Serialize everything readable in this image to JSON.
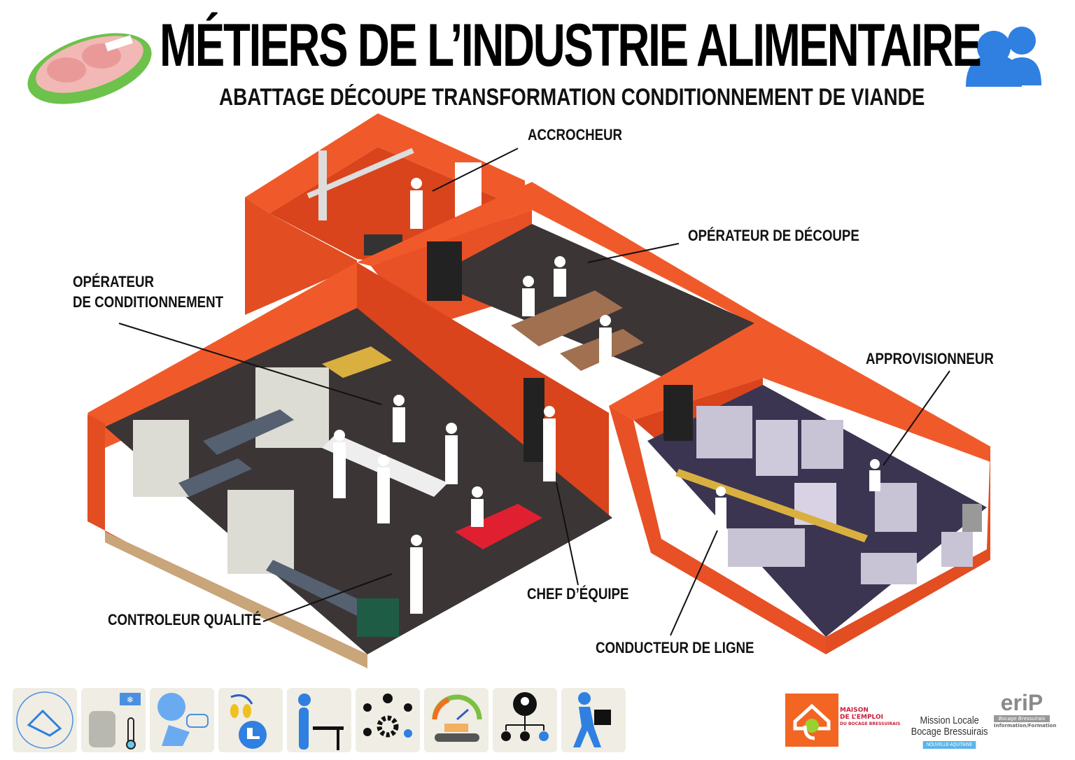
{
  "header": {
    "title": "MÉTIERS DE L’INDUSTRIE ALIMENTAIRE",
    "subtitle": "ABATTAGE DÉCOUPE TRANSFORMATION CONDITIONNEMENT DE VIANDE"
  },
  "jobs": [
    {
      "label": "ACCROCHEUR"
    },
    {
      "label": "OPÉRATEUR DE DÉCOUPE"
    },
    {
      "label_line1": "OPÉRATEUR",
      "label_line2": "DE CONDITIONNEMENT"
    },
    {
      "label": "APPROVISIONNEUR"
    },
    {
      "label": "CHEF D’ÉQUIPE"
    },
    {
      "label": "CONTROLEUR QUALITÉ"
    },
    {
      "label": "CONDUCTEUR DE LIGNE"
    }
  ],
  "icons": [
    "hand-washing-icon",
    "cold-temperature-icon",
    "hygiene-protection-icon",
    "ear-plugs-boots-icon",
    "standing-work-icon",
    "teamwork-icon",
    "productivity-gauge-icon",
    "hierarchy-icon",
    "carrying-load-icon"
  ],
  "logos": {
    "maison_emploi": {
      "line1": "MAISON",
      "line2": "DE L’EMPLOI",
      "line3": "DU BOCAGE BRESSUIRAIS"
    },
    "mission_locale": {
      "line1": "Mission Locale",
      "line2": "Bocage Bressuirais",
      "region": "NOUVELLE-AQUITAINE"
    },
    "erip": {
      "name": "eriP",
      "sub": "Bocage Bressuirais",
      "info": "Information/Formation"
    }
  },
  "colors": {
    "wall": "#f05a2a",
    "wall_dark": "#d9441c",
    "floor": "#3b3536",
    "floor_right": "#3b3552",
    "accent_blue": "#2f80e0"
  }
}
